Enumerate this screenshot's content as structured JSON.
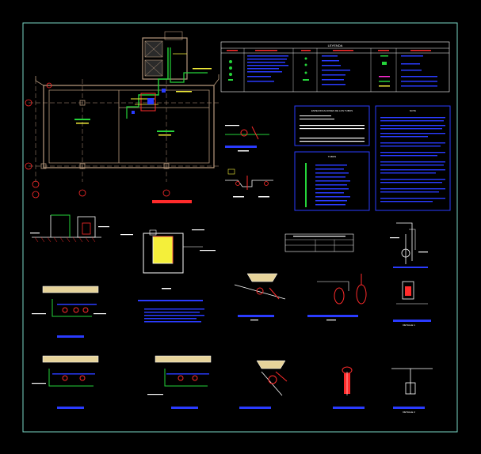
{
  "sheet": {
    "background": "#000000",
    "frame_color": "#7ad9c6",
    "accent_colors": {
      "wall": "#b89a7e",
      "pipe_green": "#25d43a",
      "pipe_yellow": "#f4ef3a",
      "pipe_red": "#ff2b2b",
      "label_blue": "#2a3bff",
      "hatch": "#e6d39a"
    }
  },
  "legend": {
    "title": "LEYENDA"
  },
  "detail_tags": {
    "plan_title_bar": "",
    "notes_title": "NOTA",
    "specs_title": "ESPECIFICACIONES DE LOS TUBOS",
    "spec_subtitle": "TUBOS"
  },
  "labels": {
    "detalle_1": "DETALLE 1",
    "detalle_2": "DETALLE 2"
  }
}
